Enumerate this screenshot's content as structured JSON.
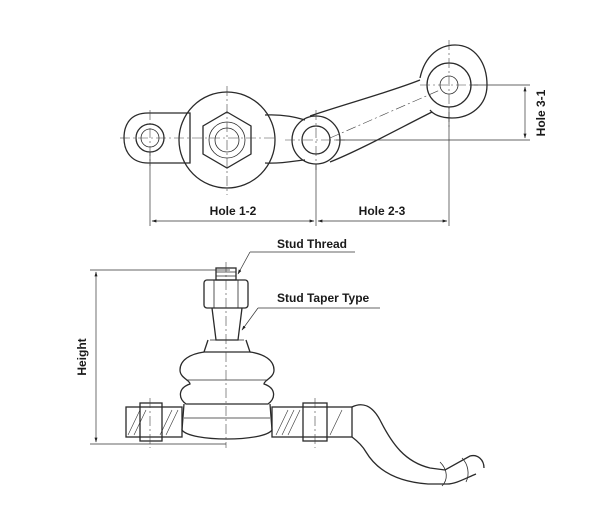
{
  "labels": {
    "hole_1_2": "Hole 1-2",
    "hole_2_3": "Hole 2-3",
    "hole_3_1": "Hole 3-1",
    "stud_thread": "Stud Thread",
    "stud_taper_type": "Stud Taper Type",
    "height": "Height"
  }
}
